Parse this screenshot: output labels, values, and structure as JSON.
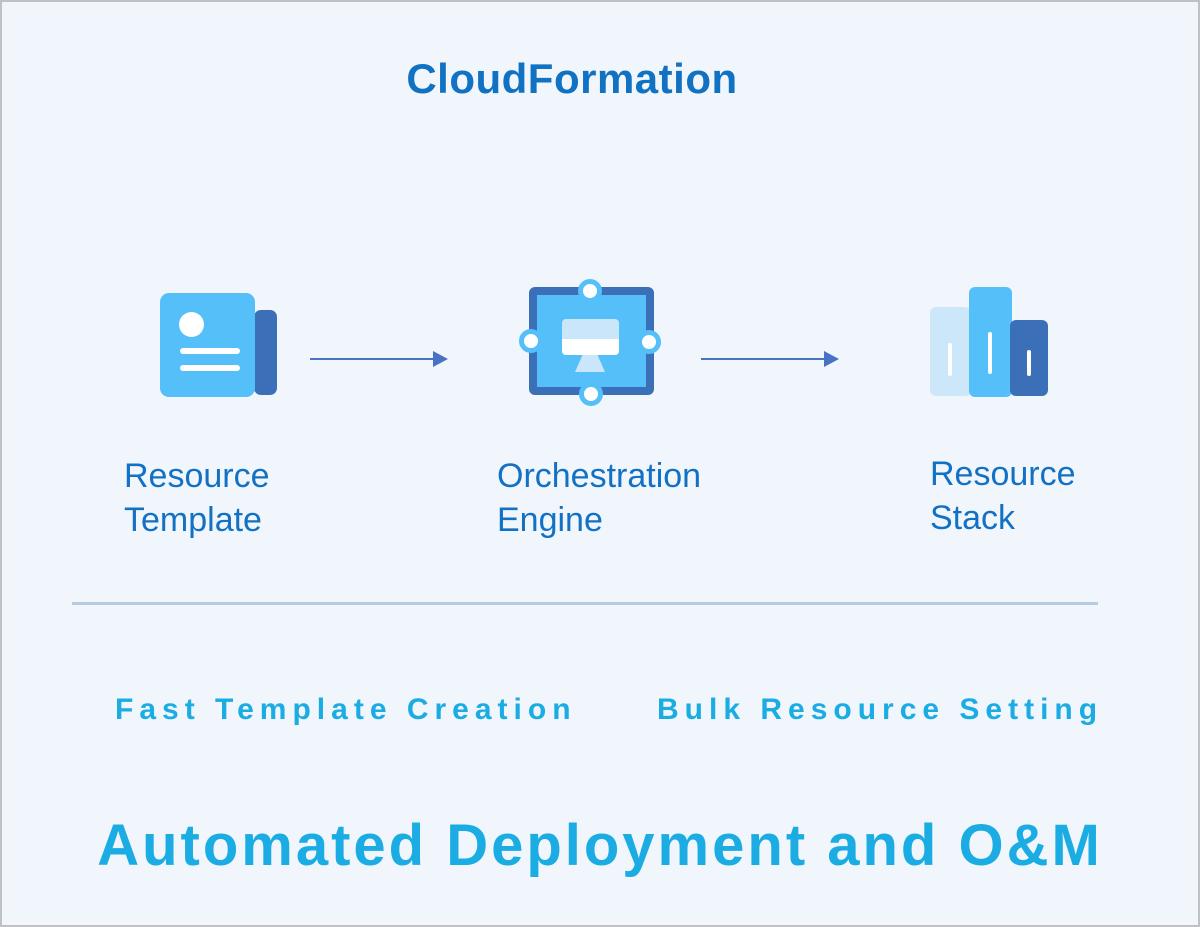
{
  "title": "CloudFormation",
  "flow": {
    "nodes": [
      {
        "label": "Resource\nTemplate",
        "icon": "document-icon"
      },
      {
        "label": "Orchestration\nEngine",
        "icon": "orchestration-monitor-icon"
      },
      {
        "label": "Resource\nStack",
        "icon": "stacked-bars-icon"
      }
    ],
    "arrow_count": 2
  },
  "features": [
    "Fast Template Creation",
    "Bulk Resource Setting"
  ],
  "tagline": "Automated Deployment and O&M",
  "colors": {
    "canvas-bg": "#F0F6FC",
    "canvas-border": "#C1C1C5",
    "heading-blue": "#1171C2",
    "label-blue": "#1371C4",
    "accent-cyan": "#1AACE3",
    "icon-bright": "#54BFF8",
    "icon-dark": "#3B6FB8",
    "icon-pale": "#CDE7FA",
    "monitor-pale": "#C9E6FA",
    "arrow-blue": "#4A72C4",
    "divider": "#B7CAE0"
  }
}
